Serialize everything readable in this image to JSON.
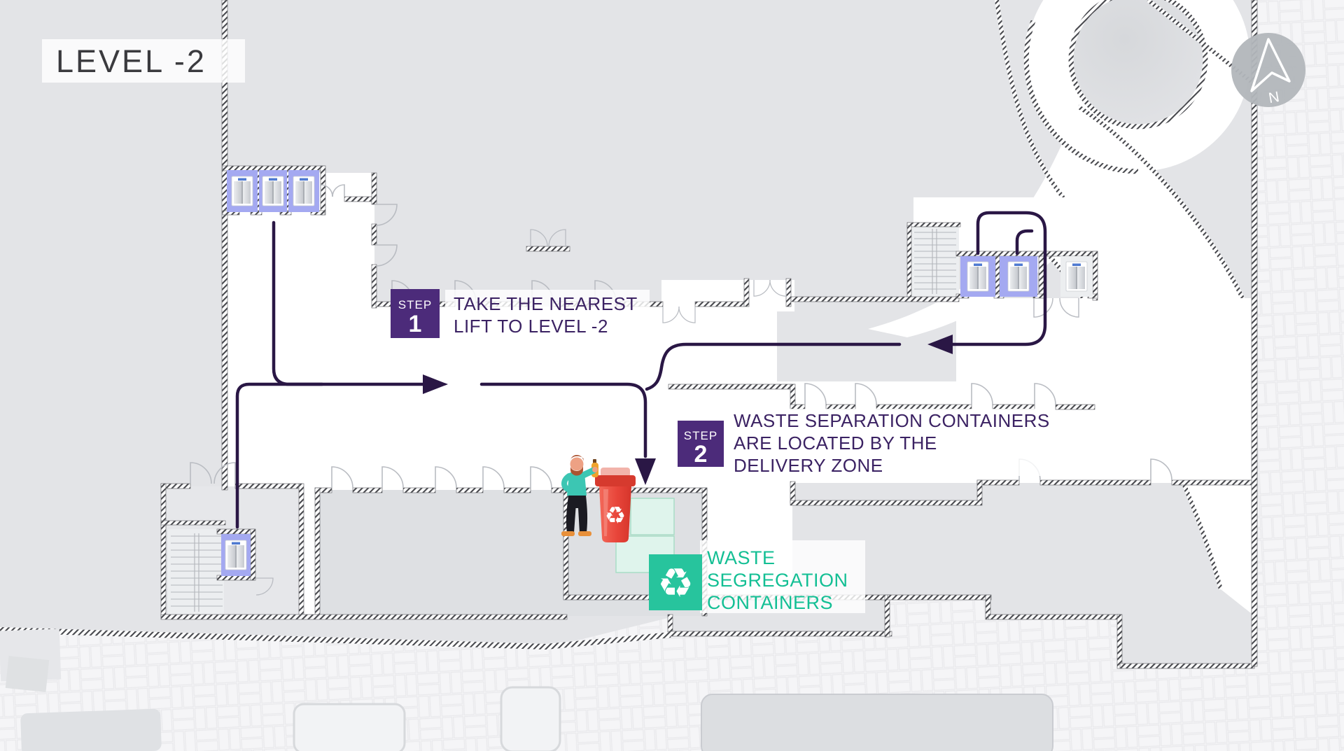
{
  "title": {
    "label": "LEVEL -2"
  },
  "compass": {
    "letter": "N"
  },
  "steps": [
    {
      "badge": "STEP",
      "number": "1",
      "lines": [
        "TAKE THE NEAREST",
        "LIFT TO LEVEL -2"
      ]
    },
    {
      "badge": "STEP",
      "number": "2",
      "lines": [
        "WASTE SEPARATION CONTAINERS",
        "ARE LOCATED BY THE",
        "DELIVERY ZONE"
      ]
    }
  ],
  "waste_label": {
    "lines": [
      "WASTE",
      "SEGREGATION",
      "CONTAINERS"
    ]
  },
  "icons": {
    "recycle_bin_glyph": "♻",
    "recycle_sign_glyph": "♻",
    "north_arrow": "north-arrow-icon",
    "elevator": "elevator-icon"
  },
  "colors": {
    "badge_purple": "#4c2b7a",
    "path_purple": "#2a1745",
    "text_purple": "#3b2263",
    "accent_teal": "#13bf94",
    "teal_sign": "#27c49d",
    "elevator_fill": "#a4a9f1",
    "bin_red": "#e8453a",
    "mint_fill": "#dff6ec",
    "compass_gray": "#b2b6bb",
    "floor_gray": "#e3e4e7"
  }
}
